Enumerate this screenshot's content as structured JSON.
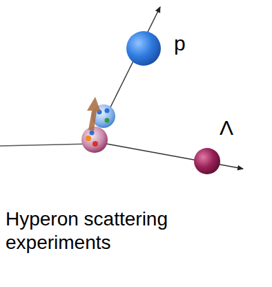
{
  "diagram": {
    "caption": "Hyperon scattering experiments",
    "labels": [
      "p",
      "Λ"
    ]
  }
}
